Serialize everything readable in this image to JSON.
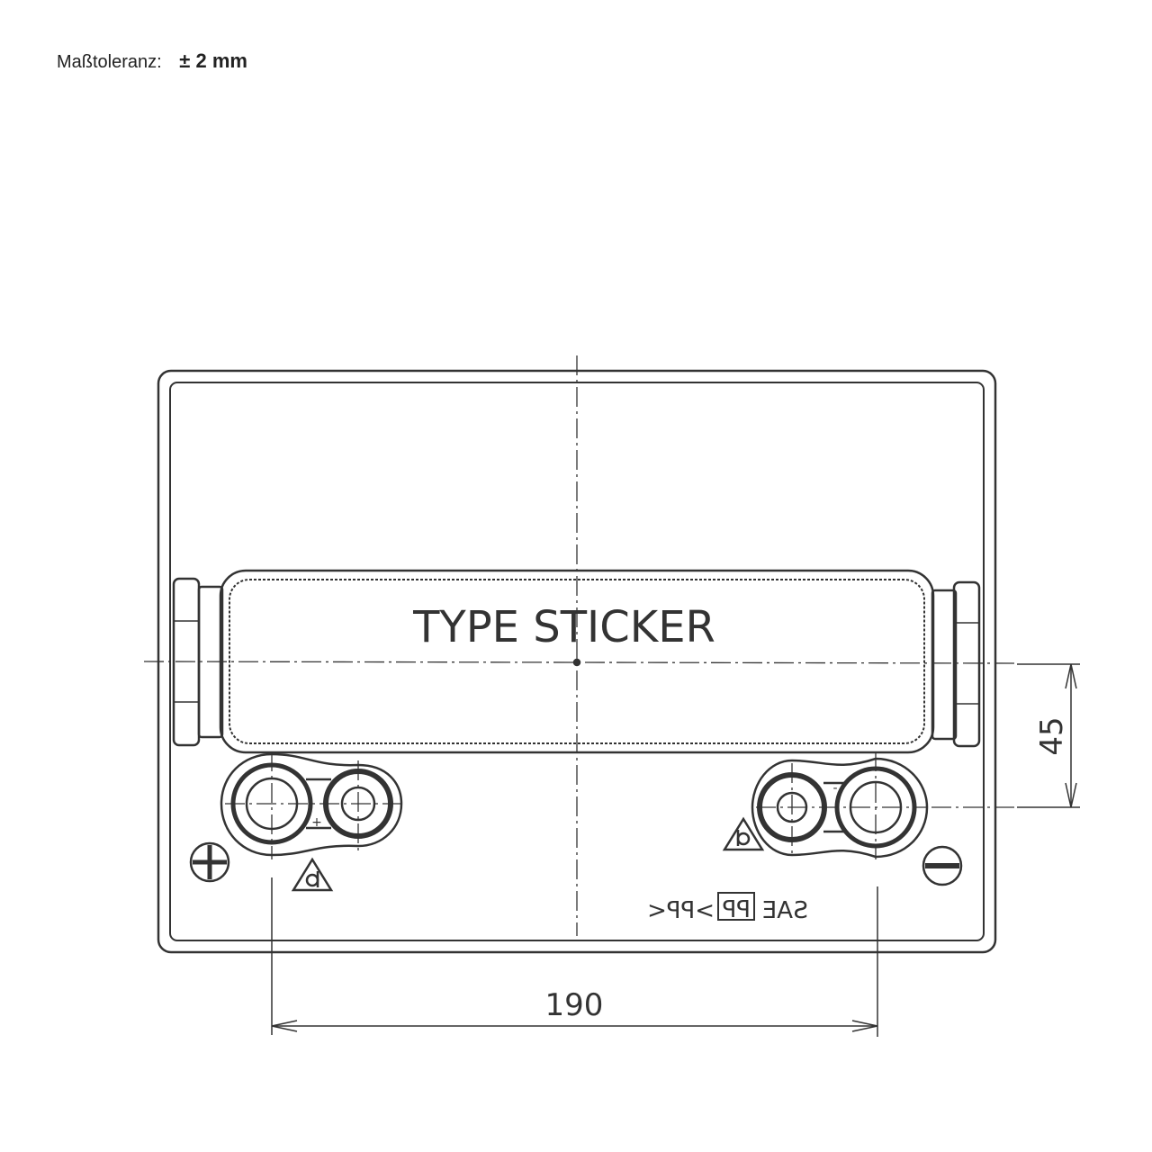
{
  "header": {
    "tolerance_label": "Maßtoleranz:",
    "tolerance_value": "± 2 mm"
  },
  "drawing": {
    "sticker_label": "TYPE STICKER",
    "dimension_width": "190",
    "dimension_offset": "45",
    "marking_sae": "SAE",
    "marking_box": "PP",
    "marking_pp": ">PP<",
    "positive_terminal_symbol": "+",
    "negative_terminal_symbol": "-",
    "line_color": "#333333"
  }
}
